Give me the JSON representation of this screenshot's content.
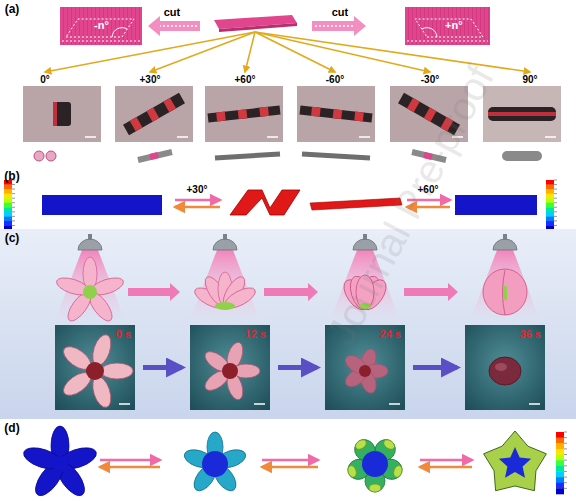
{
  "diagram": {
    "nodes": [
      {
        "text": [
          "-n°"
        ]
      },
      {
        "text": [
          "+n°"
        ]
      },
      {
        "text": [
          "0 s"
        ]
      },
      {
        "text": [
          "12 s"
        ]
      },
      {
        "text": [
          "24 s"
        ]
      },
      {
        "text": [
          "36 s"
        ]
      }
    ],
    "edges": [
      {
        "from": 2,
        "to": 3,
        "arrow": "to"
      },
      {
        "from": 3,
        "to": 4,
        "arrow": "to"
      },
      {
        "from": 4,
        "to": 5,
        "arrow": "to"
      }
    ],
    "labels": [
      "(a)",
      "cut",
      "cut",
      "0°",
      "+30°",
      "+60°",
      "-60°",
      "-30°",
      "90°",
      "(b)",
      "+30°",
      "+60°",
      "(c)",
      "(d)",
      "Journal Pre-proof"
    ]
  }
}
